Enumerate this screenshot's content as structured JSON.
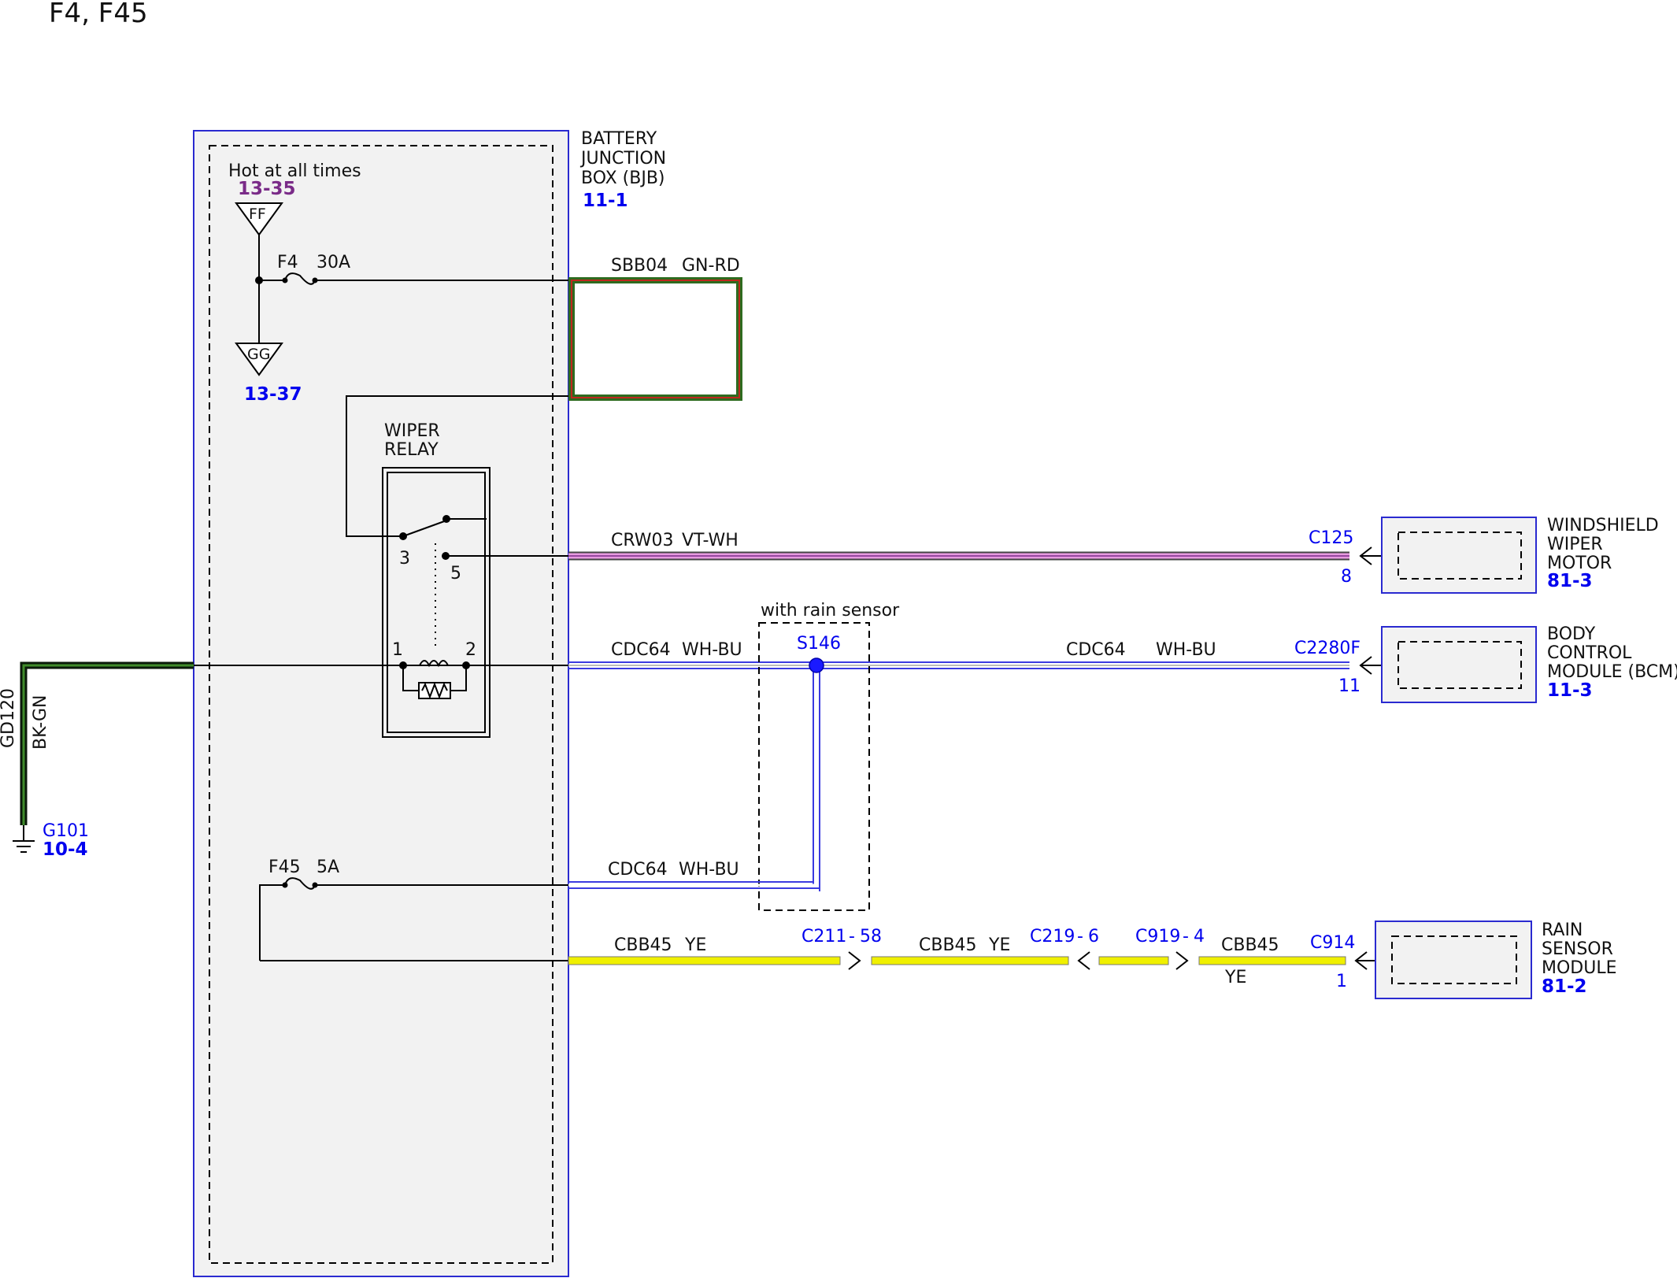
{
  "title": "F4, F45",
  "bjb": {
    "name_lines": [
      "BATTERY",
      "JUNCTION",
      "BOX (BJB)"
    ],
    "ref": "11-1",
    "hot_label": "Hot at all times",
    "ff_ref": "13-35",
    "ff_label": "FF",
    "gg_label": "GG",
    "gg_ref": "13-37",
    "fuse_f4": {
      "name": "F4",
      "rating": "30A"
    },
    "fuse_f45": {
      "name": "F45",
      "rating": "5A"
    }
  },
  "relay": {
    "name_lines": [
      "WIPER",
      "RELAY"
    ],
    "pins": {
      "p3": "3",
      "p5": "5",
      "p1": "1",
      "p2": "2"
    }
  },
  "ground": {
    "circuit": "GD120",
    "color": "BK-GN",
    "point": "G101",
    "ref": "10-4"
  },
  "wires": {
    "sbb04": {
      "circuit": "SBB04",
      "color": "GN-RD"
    },
    "crw03": {
      "circuit": "CRW03",
      "color": "VT-WH"
    },
    "cdc64_a": {
      "circuit": "CDC64",
      "color": "WH-BU"
    },
    "cdc64_b": {
      "circuit": "CDC64",
      "color": "WH-BU"
    },
    "cdc64_c": {
      "circuit": "CDC64",
      "color": "WH-BU"
    },
    "cbb45_a": {
      "circuit": "CBB45",
      "color": "YE"
    },
    "cbb45_b": {
      "circuit": "CBB45",
      "color": "YE"
    },
    "cbb45_c": {
      "circuit": "CBB45",
      "color": "YE"
    }
  },
  "rain_option": {
    "label": "with rain sensor",
    "splice": "S146"
  },
  "connectors": {
    "c125": {
      "name": "C125",
      "pin": "8"
    },
    "c2280f": {
      "name": "C2280F",
      "pin": "11"
    },
    "c914": {
      "name": "C914",
      "pin": "1"
    },
    "c211": {
      "name": "C211",
      "pin": "58"
    },
    "c219": {
      "name": "C219",
      "pin": "6"
    },
    "c919": {
      "name": "C919",
      "pin": "4"
    },
    "sep": "-"
  },
  "modules": {
    "wiper_motor": {
      "name_lines": [
        "WINDSHIELD",
        "WIPER",
        "MOTOR"
      ],
      "ref": "81-3"
    },
    "bcm": {
      "name_lines": [
        "BODY",
        "CONTROL",
        "MODULE (BCM)"
      ],
      "ref": "11-3"
    },
    "rain_sensor": {
      "name_lines": [
        "RAIN",
        "SENSOR",
        "MODULE"
      ],
      "ref": "81-2"
    }
  },
  "wire_colors": {
    "gn_rd_outer": "#2e6b1f",
    "gn_rd_inner": "#c0281e",
    "vt_wh": "#e79ae0",
    "wh_bu": "#3a3ae0",
    "ye": "#f0f000",
    "bk_gn_outer": "#0a1a0a",
    "bk_gn_inner": "#3f8c2a",
    "outline_blue": "#2a2ad0",
    "box_fill": "#f2f2f2",
    "title_purple": "#7a2b88"
  }
}
